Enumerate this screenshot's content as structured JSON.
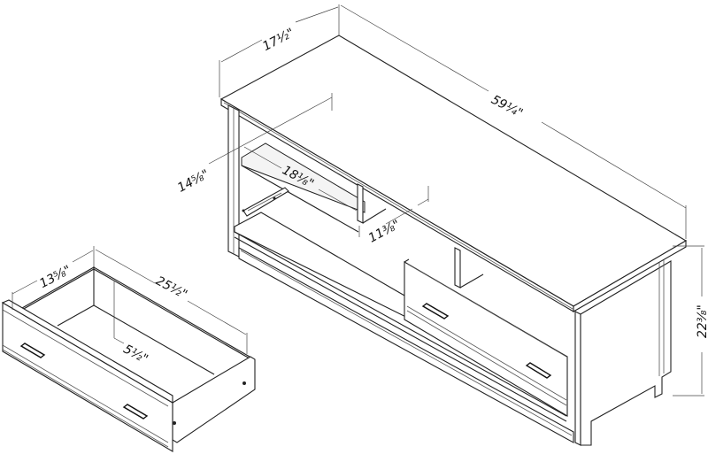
{
  "diagram": {
    "subject": "TV stand with storage drawer - dimensioned line drawing",
    "line_color": "#222222",
    "background": "#ffffff"
  },
  "dimensions": {
    "cabinet_depth": "17½\"",
    "cabinet_width": "59¼\"",
    "cabinet_height": "22⅜\"",
    "shelf_opening_height": "14⅝\"",
    "shelf_opening_width": "18⅛\"",
    "center_opening_depth": "11⅜\"",
    "drawer_depth": "13⅝\"",
    "drawer_width": "25½\"",
    "drawer_height": "5½\""
  }
}
